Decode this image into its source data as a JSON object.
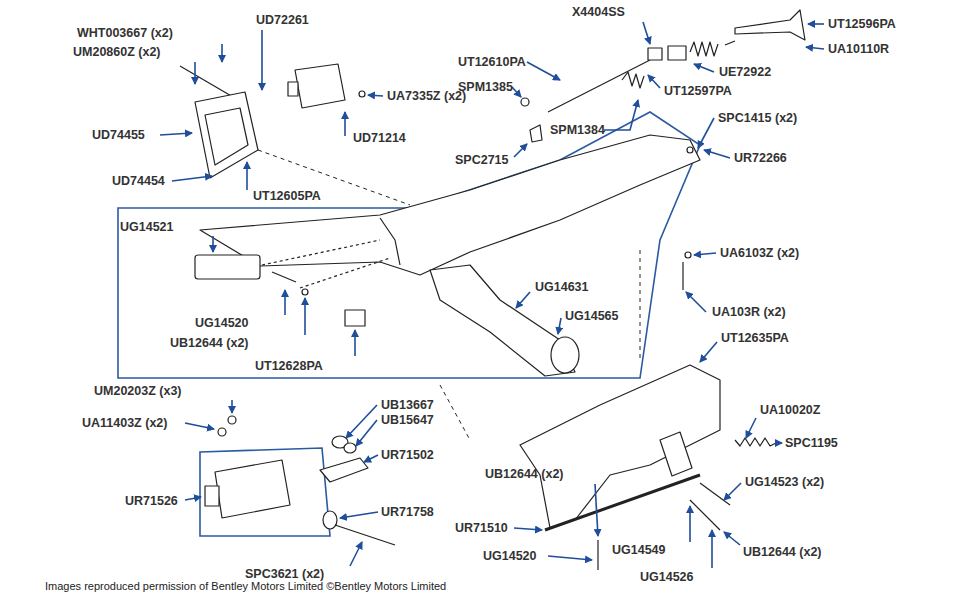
{
  "diagram": {
    "caption": "Images reproduced permission of Bentley Motors Limited ©Bentley Motors Limited",
    "labels": [
      "WHT003667 (x2)",
      "UM20860Z (x2)",
      "UD72261",
      "UD74455",
      "UD74454",
      "UT12605PA",
      "UA7335Z (x2)",
      "UD71214",
      "X4404SS",
      "UT12596PA",
      "UT12610PA",
      "SPM1385",
      "UA10110R",
      "UE72922",
      "UT12597PA",
      "SPM1384",
      "SPC1415 (x2)",
      "SPC2715",
      "UR72266",
      "UG14521",
      "UA6103Z (x2)",
      "UG14631",
      "UA103R (x2)",
      "UG14565",
      "UG14520",
      "UB12644 (x2)",
      "UT12635PA",
      "UT12628PA",
      "UM20203Z (x3)",
      "UB13667",
      "UA11403Z (x2)",
      "UB15647",
      "UA10020Z",
      "UR71502",
      "SPC1195",
      "UR71526",
      "UR71758",
      "UB12644 (x2)",
      "UG14523 (x2)",
      "UR71510",
      "UB12644 (x2)",
      "UG14549",
      "UG14520",
      "SPC3621 (x2)",
      "UG14526"
    ]
  }
}
